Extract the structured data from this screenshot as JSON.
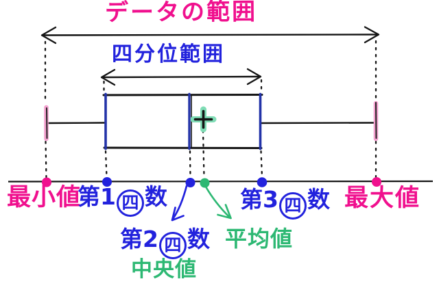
{
  "figure": {
    "type": "boxplot-schematic",
    "mean_marker_icon": "plus-icon",
    "dot_icons": [
      "min-dot",
      "q1-dot",
      "median-dot",
      "mean-dot",
      "q3-dot",
      "max-dot"
    ]
  },
  "annotations": {
    "range_title": "データの範囲",
    "iqr_title": "四分位範囲",
    "min": "最小値",
    "max": "最大値",
    "median": "中央値",
    "mean": "平均値",
    "q1_prefix": "第1",
    "q1_circled": "四",
    "q1_suffix": "数",
    "q2_prefix": "第2",
    "q2_circled": "四",
    "q2_suffix": "数",
    "q3_prefix": "第3",
    "q3_circled": "四",
    "q3_suffix": "数"
  },
  "colors": {
    "magenta": "#f0108e",
    "blue": "#2222dd",
    "green": "#2db873",
    "navy_box_edge": "#2333a8",
    "ink_black": "#141414",
    "pink_cap_highlight": "#f4a0cf",
    "mint_mean_highlight": "#80ddb6",
    "background": "#ffffff"
  }
}
